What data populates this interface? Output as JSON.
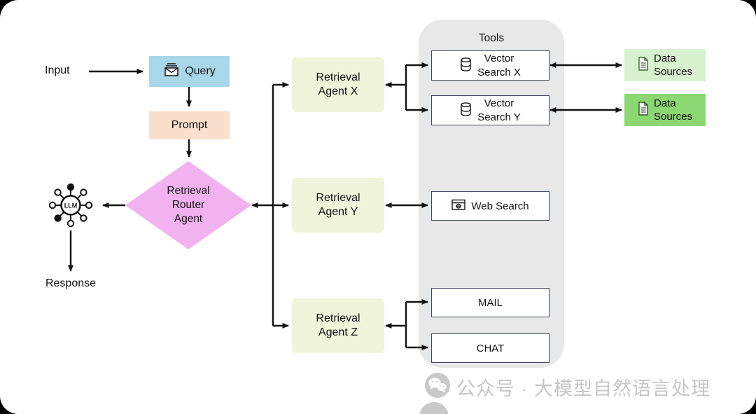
{
  "nodes": {
    "input_label": "Input",
    "query_label": "Query",
    "prompt_label": "Prompt",
    "router_label": "Retrieval\nRouter\nAgent",
    "llm_label": "LLM",
    "response_label": "Response",
    "agents": [
      {
        "label": "Retrieval\nAgent X"
      },
      {
        "label": "Retrieval\nAgent Y"
      },
      {
        "label": "Retrieval\nAgent Z"
      }
    ]
  },
  "tools": {
    "title": "Tools",
    "items": [
      {
        "label": "Vector\nSearch X"
      },
      {
        "label": "Vector\nSearch Y"
      },
      {
        "label": "Web Search"
      },
      {
        "label": "MAIL"
      },
      {
        "label": "CHAT"
      }
    ]
  },
  "data_sources": [
    {
      "label": "Data\nSources"
    },
    {
      "label": "Data\nSources"
    }
  ],
  "watermark": {
    "text": "公众号 · 大模型自然语言处理"
  },
  "colors": {
    "query_blue": "#a8d7ea",
    "prompt_peach": "#fbdfcd",
    "router_pink": "#f1b2ef",
    "agent_cream": "#f0f4da",
    "panel_gray": "#e8e8e8",
    "tool_border": "#3f4a5c",
    "data_source_light_green": "#d8f1cf",
    "data_source_green": "#8bd873",
    "arrow_black": "#111111",
    "watermark_gray": "#c6c6c6"
  }
}
